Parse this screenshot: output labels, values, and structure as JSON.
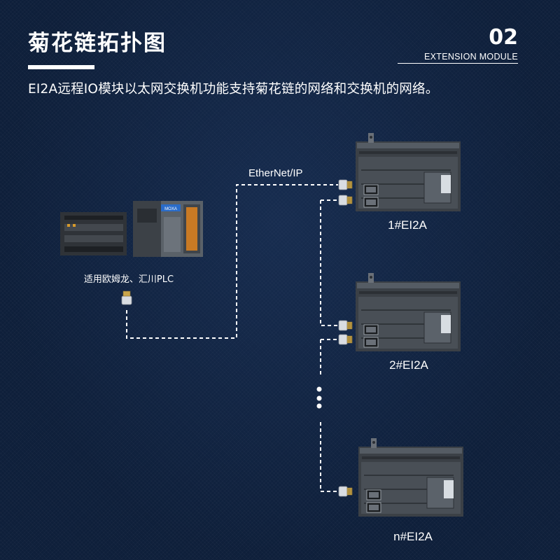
{
  "header": {
    "title": "菊花链拓扑图",
    "section_number": "02",
    "section_subtitle": "EXTENSION MODULE",
    "description": "EI2A远程IO模块以太网交换机功能支持菊花链的网络和交换机的网络。"
  },
  "diagram": {
    "network_label": "EtherNet/IP",
    "plc_caption": "适用欧姆龙、汇川PLC",
    "modules": [
      {
        "label": "1#EI2A"
      },
      {
        "label": "2#EI2A"
      },
      {
        "label": "n#EI2A"
      }
    ],
    "plc_module_badge": "MOXA",
    "colors": {
      "background": "#0e1f3a",
      "connector_line": "#ffffff",
      "module_body": "#3b4046",
      "module_face": "#494f56"
    }
  }
}
